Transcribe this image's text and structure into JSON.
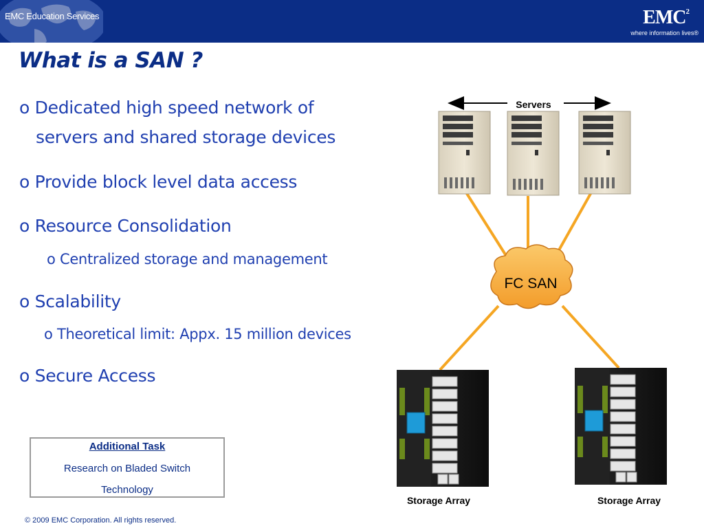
{
  "header": {
    "edu_title": "EMC Education Services",
    "logo_text": "EMC",
    "logo_sup": "2",
    "tagline": "where information lives®"
  },
  "slide": {
    "title": "What is a SAN ?"
  },
  "bullets": [
    {
      "marker": "o",
      "line1": "Dedicated high speed network of",
      "line2": "servers and shared storage devices"
    },
    {
      "marker": "o",
      "line1": "Provide block level data access"
    },
    {
      "marker": "o",
      "line1": "Resource Consolidation"
    },
    {
      "marker": "o",
      "line1": "Centralized storage and management"
    },
    {
      "marker": "o",
      "line1": "Scalability"
    },
    {
      "marker": "o",
      "line1": "Theoretical limit: Appx. 15 million devices"
    },
    {
      "marker": "o",
      "line1": "Secure Access"
    }
  ],
  "task": {
    "title": "Additional Task",
    "text": "Research on Bladed Switch Technology"
  },
  "diagram": {
    "servers_label": "Servers",
    "fabric_label": "FC SAN",
    "storage_left_label": "Storage Array",
    "storage_right_label": "Storage Array",
    "link_color": "#f39c12",
    "cloud_color": "#f8b24a"
  },
  "footer": {
    "copyright": "© 2009 EMC Corporation. All rights reserved."
  }
}
